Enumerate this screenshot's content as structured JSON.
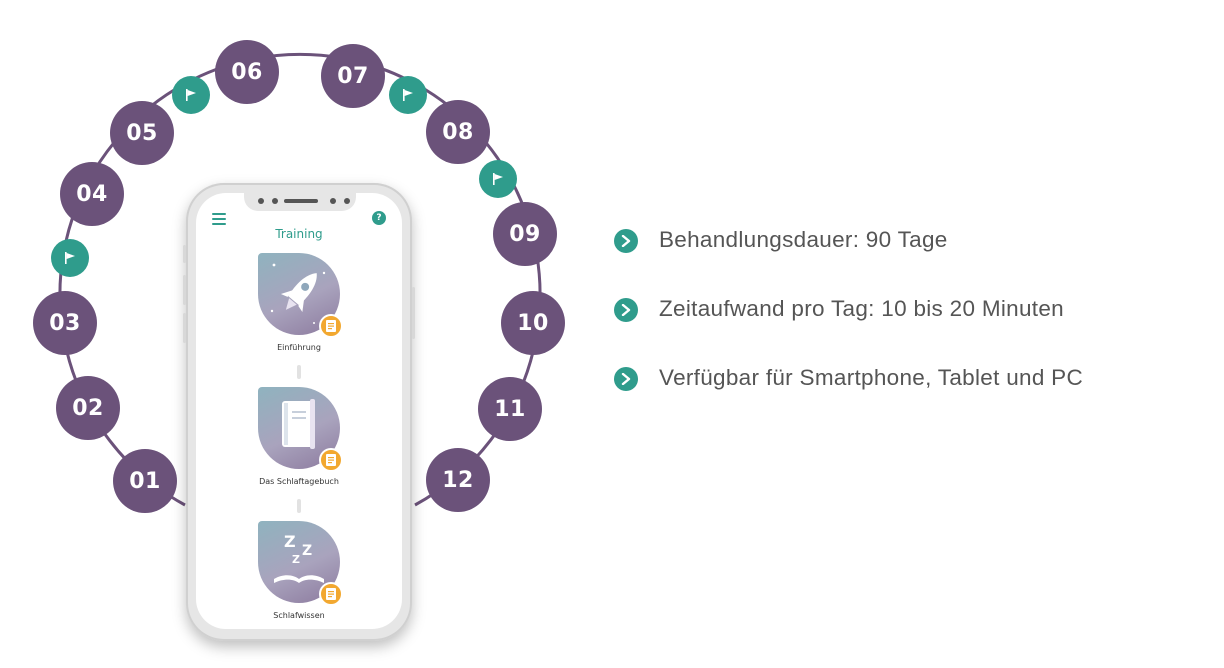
{
  "timeline": {
    "months": [
      "01",
      "02",
      "03",
      "04",
      "05",
      "06",
      "07",
      "08",
      "09",
      "10",
      "11",
      "12"
    ],
    "flag_count": 4,
    "colors": {
      "node": "#6b527a",
      "flag": "#2f9c8c",
      "line": "#6b527a"
    }
  },
  "phone": {
    "screen_title": "Training",
    "help_label": "?",
    "modules": [
      {
        "label": "Einführung",
        "icon": "rocket-icon"
      },
      {
        "label": "Das Schlaftagebuch",
        "icon": "notebook-icon"
      },
      {
        "label": "Schlafwissen",
        "icon": "sleep-book-icon"
      }
    ],
    "badge_icon": "document-icon",
    "colors": {
      "accent": "#2f9c8c",
      "badge": "#f2a830"
    }
  },
  "features": [
    "Behandlungsdauer: 90 Tage",
    "Zeitaufwand pro Tag: 10 bis 20 Minuten",
    "Verfügbar für Smartphone, Tablet und PC"
  ]
}
